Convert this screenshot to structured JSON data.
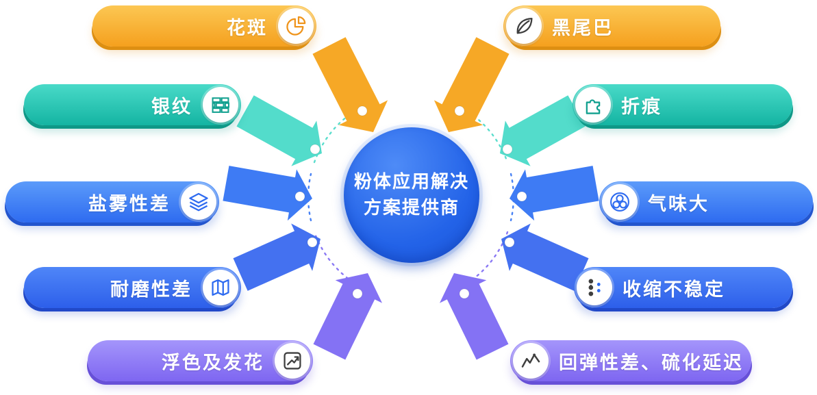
{
  "center": {
    "line1": "粉体应用解决",
    "line2": "方案提供商",
    "color": "#2363e8"
  },
  "pills": {
    "left": [
      {
        "label": "花斑",
        "icon": "pie-chart-icon",
        "color_from": "#fcc753",
        "color_to": "#f5a01e",
        "arrow_color": "#f6a826"
      },
      {
        "label": "银纹",
        "icon": "bricks-icon",
        "color_from": "#49dac8",
        "color_to": "#14b4a2",
        "arrow_color": "#53dccb"
      },
      {
        "label": "盐雾性差",
        "icon": "layers-icon",
        "color_from": "#5b9bfa",
        "color_to": "#2e6bf0",
        "arrow_color": "#3e7bf4"
      },
      {
        "label": "耐磨性差",
        "icon": "map-icon",
        "color_from": "#4f86f8",
        "color_to": "#2d5fea",
        "arrow_color": "#4471f0"
      },
      {
        "label": "浮色及发花",
        "icon": "trend-arrow-icon",
        "color_from": "#a495fb",
        "color_to": "#7e66f1",
        "arrow_color": "#8472f4"
      }
    ],
    "right": [
      {
        "label": "黑尾巴",
        "icon": "leaf-icon",
        "color_from": "#fcc753",
        "color_to": "#f5a01e",
        "arrow_color": "#f6a826"
      },
      {
        "label": "折痕",
        "icon": "puzzle-icon",
        "color_from": "#49dac8",
        "color_to": "#14b4a2",
        "arrow_color": "#53dccb"
      },
      {
        "label": "气味大",
        "icon": "odor-circles-icon",
        "color_from": "#5b9bfa",
        "color_to": "#2e6bf0",
        "arrow_color": "#3e7bf4"
      },
      {
        "label": "收缩不稳定",
        "icon": "shrink-nodes-icon",
        "color_from": "#4f86f8",
        "color_to": "#2d5fea",
        "arrow_color": "#4471f0"
      },
      {
        "label": "回弹性差、硫化延迟",
        "icon": "line-chart-icon",
        "color_from": "#a495fb",
        "color_to": "#7e66f1",
        "arrow_color": "#8472f4"
      }
    ]
  }
}
